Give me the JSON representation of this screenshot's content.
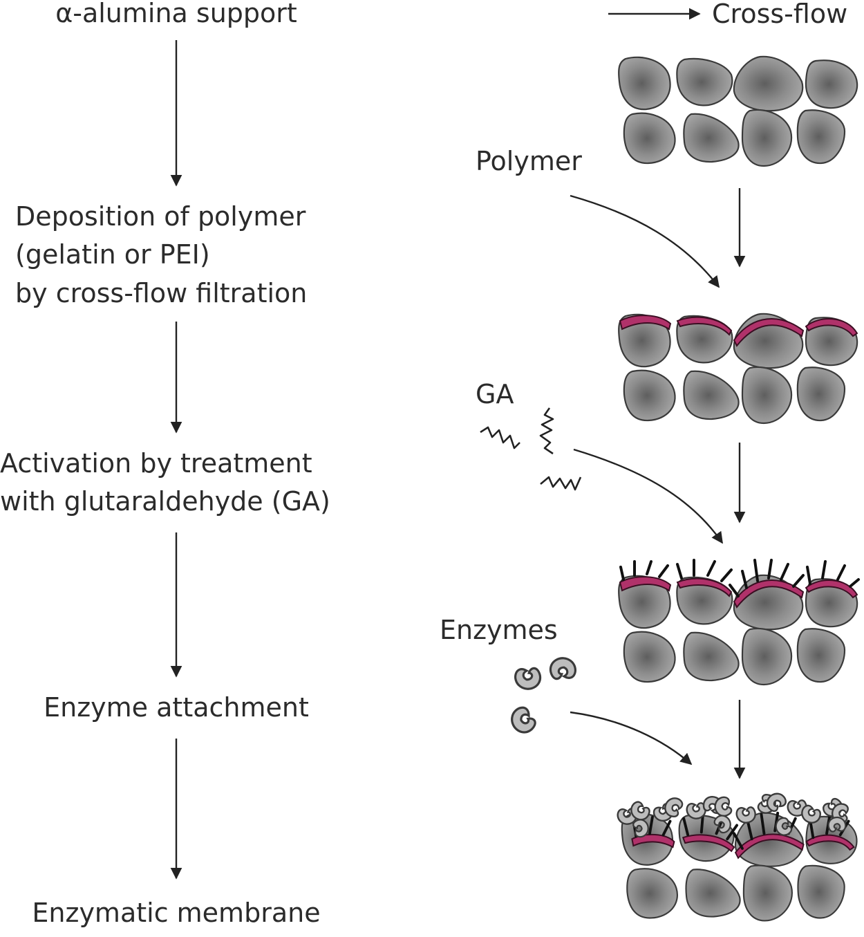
{
  "steps": [
    "α-alumina support",
    "Deposition of polymer",
    "(gelatin or PEI)",
    "by cross-flow filtration",
    "Activation by treatment",
    "with glutaraldehyde (GA)",
    "Enzyme attachment",
    "Enzymatic membrane"
  ],
  "labels": {
    "crossflow": "Cross-flow",
    "polymer": "Polymer",
    "ga": "GA",
    "enzymes": "Enzymes"
  },
  "colors": {
    "polymer_coating": "#b0326a",
    "grain": "#8a8a8a"
  }
}
